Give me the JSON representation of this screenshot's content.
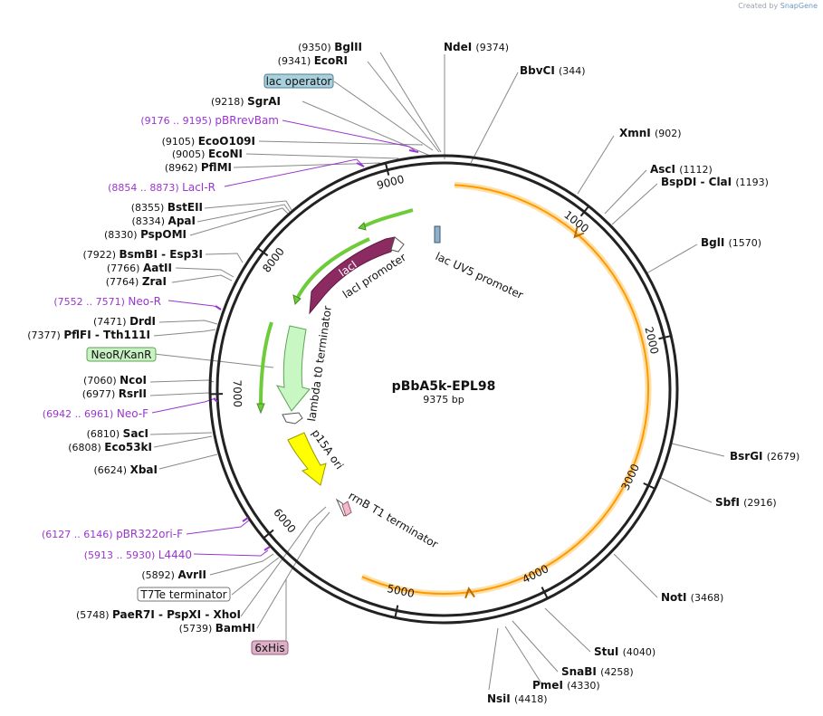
{
  "credit": {
    "prefix": "Created by",
    "brand": "SnapGene"
  },
  "plasmid": {
    "name": "pBbA5k-EPL98",
    "size_label": "9375 bp",
    "length": 9375
  },
  "ticks": [
    "1000",
    "2000",
    "3000",
    "4000",
    "5000",
    "6000",
    "7000",
    "8000",
    "9000"
  ],
  "features": {
    "lacI_label": "lacI",
    "lacI_promoter": "lacI promoter",
    "lacUV5_promoter": "lac UV5 promoter",
    "lambda_t0": "lambda t0 terminator",
    "p15A_ori": "p15A ori",
    "rrnB_T1": "rrnB T1 terminator"
  },
  "enzymes": [
    {
      "name": "BglII",
      "pos": "(9350)"
    },
    {
      "name": "NdeI",
      "pos": "(9374)"
    },
    {
      "name": "EcoRI",
      "pos": "(9341)"
    },
    {
      "name": "BbvCI",
      "pos": "(344)"
    },
    {
      "name": "SgrAI",
      "pos": "(9218)"
    },
    {
      "name": "EcoO109I",
      "pos": "(9105)"
    },
    {
      "name": "EcoNI",
      "pos": "(9005)"
    },
    {
      "name": "PflMI",
      "pos": "(8962)"
    },
    {
      "name": "XmnI",
      "pos": "(902)"
    },
    {
      "name": "AscI",
      "pos": "(1112)"
    },
    {
      "name": "BspDI - ClaI",
      "pos": "(1193)"
    },
    {
      "name": "BstEII",
      "pos": "(8355)"
    },
    {
      "name": "ApaI",
      "pos": "(8334)"
    },
    {
      "name": "PspOMI",
      "pos": "(8330)"
    },
    {
      "name": "BglI",
      "pos": "(1570)"
    },
    {
      "name": "BsmBI - Esp3I",
      "pos": "(7922)"
    },
    {
      "name": "AatII",
      "pos": "(7766)"
    },
    {
      "name": "ZraI",
      "pos": "(7764)"
    },
    {
      "name": "DrdI",
      "pos": "(7471)"
    },
    {
      "name": "PflFI - Tth111I",
      "pos": "(7377)"
    },
    {
      "name": "NcoI",
      "pos": "(7060)"
    },
    {
      "name": "RsrII",
      "pos": "(6977)"
    },
    {
      "name": "SacI",
      "pos": "(6810)"
    },
    {
      "name": "Eco53kI",
      "pos": "(6808)"
    },
    {
      "name": "XbaI",
      "pos": "(6624)"
    },
    {
      "name": "BsrGI",
      "pos": "(2679)"
    },
    {
      "name": "SbfI",
      "pos": "(2916)"
    },
    {
      "name": "AvrII",
      "pos": "(5892)"
    },
    {
      "name": "NotI",
      "pos": "(3468)"
    },
    {
      "name": "PaeR7I - PspXI - XhoI",
      "pos": "(5748)"
    },
    {
      "name": "BamHI",
      "pos": "(5739)"
    },
    {
      "name": "StuI",
      "pos": "(4040)"
    },
    {
      "name": "SnaBI",
      "pos": "(4258)"
    },
    {
      "name": "PmeI",
      "pos": "(4330)"
    },
    {
      "name": "NsiI",
      "pos": "(4418)"
    }
  ],
  "primers": [
    {
      "range": "(9176 .. 9195)",
      "name": "pBRrevBam"
    },
    {
      "range": "(8854 .. 8873)",
      "name": "LacI-R"
    },
    {
      "range": "(7552 .. 7571)",
      "name": "Neo-R"
    },
    {
      "range": "(6942 .. 6961)",
      "name": "Neo-F"
    },
    {
      "range": "(6127 .. 6146)",
      "name": "pBR322ori-F"
    },
    {
      "range": "(5913 .. 5930)",
      "name": "L4440"
    }
  ],
  "boxes": [
    {
      "label": "lac operator",
      "fill": "#a9d0dd",
      "stroke": "#4f7f8f"
    },
    {
      "label": "NeoR/KanR",
      "fill": "#c9f2c4",
      "stroke": "#5ea456"
    },
    {
      "label": "T7Te terminator",
      "fill": "#ffffff",
      "stroke": "#777777"
    },
    {
      "label": "6xHis",
      "fill": "#dcb0c6",
      "stroke": "#9b5e7d"
    }
  ],
  "colors": {
    "backbone": "#222222",
    "orange_feature": "#ff9900",
    "orange_glow": "#ffe0a8",
    "lacI": "#8c2b62",
    "kanR": "#c9f7c3",
    "green_arrow": "#6ecb3a",
    "ori": "#ffff00",
    "primer": "#9a35d0"
  }
}
